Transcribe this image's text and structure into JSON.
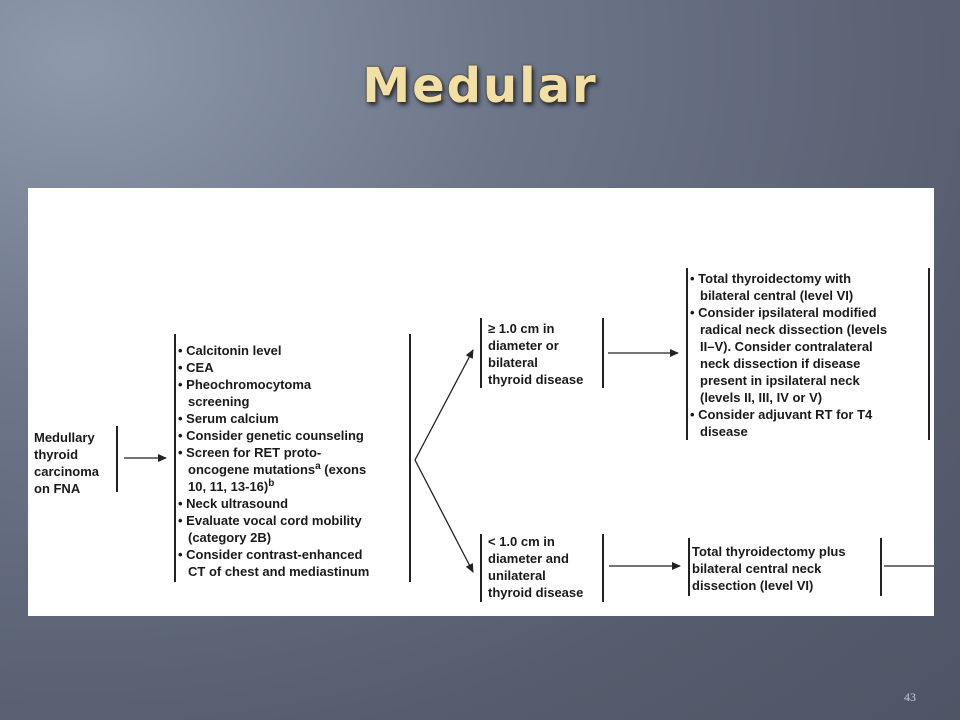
{
  "slide": {
    "title": "Medular",
    "number": "43"
  },
  "flowchart": {
    "start": {
      "lines": [
        "Medullary",
        "thyroid",
        "carcinoma",
        "on FNA"
      ]
    },
    "workup": {
      "lines": [
        "• Calcitonin level",
        "• CEA",
        "• Pheochromocytoma",
        "screening",
        "• Serum calcium",
        "• Consider genetic counseling",
        "• Screen for RET proto-",
        "oncogene mutations",
        "10, 11, 13-16)",
        "• Neck ultrasound",
        "• Evaluate vocal cord mobility",
        "(category 2B)",
        "• Consider contrast-enhanced",
        "CT of chest and mediastinum"
      ],
      "sup_a": "a",
      "sup_a_tail": " (exons",
      "sup_b": "b"
    },
    "branch_large": {
      "lines": [
        "≥ 1.0 cm in",
        "diameter or",
        "bilateral",
        "thyroid disease"
      ]
    },
    "branch_small": {
      "lines": [
        "< 1.0 cm in",
        "diameter and",
        "unilateral",
        "thyroid disease"
      ]
    },
    "treatment_large": {
      "lines": [
        "• Total thyroidectomy with",
        "bilateral central (level VI)",
        "• Consider ipsilateral modified",
        "radical neck dissection (levels",
        "II–V). Consider contralateral",
        "neck dissection if disease",
        "present in ipsilateral neck",
        "(levels II, III, IV or V)",
        "• Consider adjuvant RT for T4",
        "disease"
      ]
    },
    "treatment_small": {
      "lines": [
        "Total thyroidectomy plus",
        "bilateral central neck",
        "dissection (level VI)"
      ]
    }
  }
}
